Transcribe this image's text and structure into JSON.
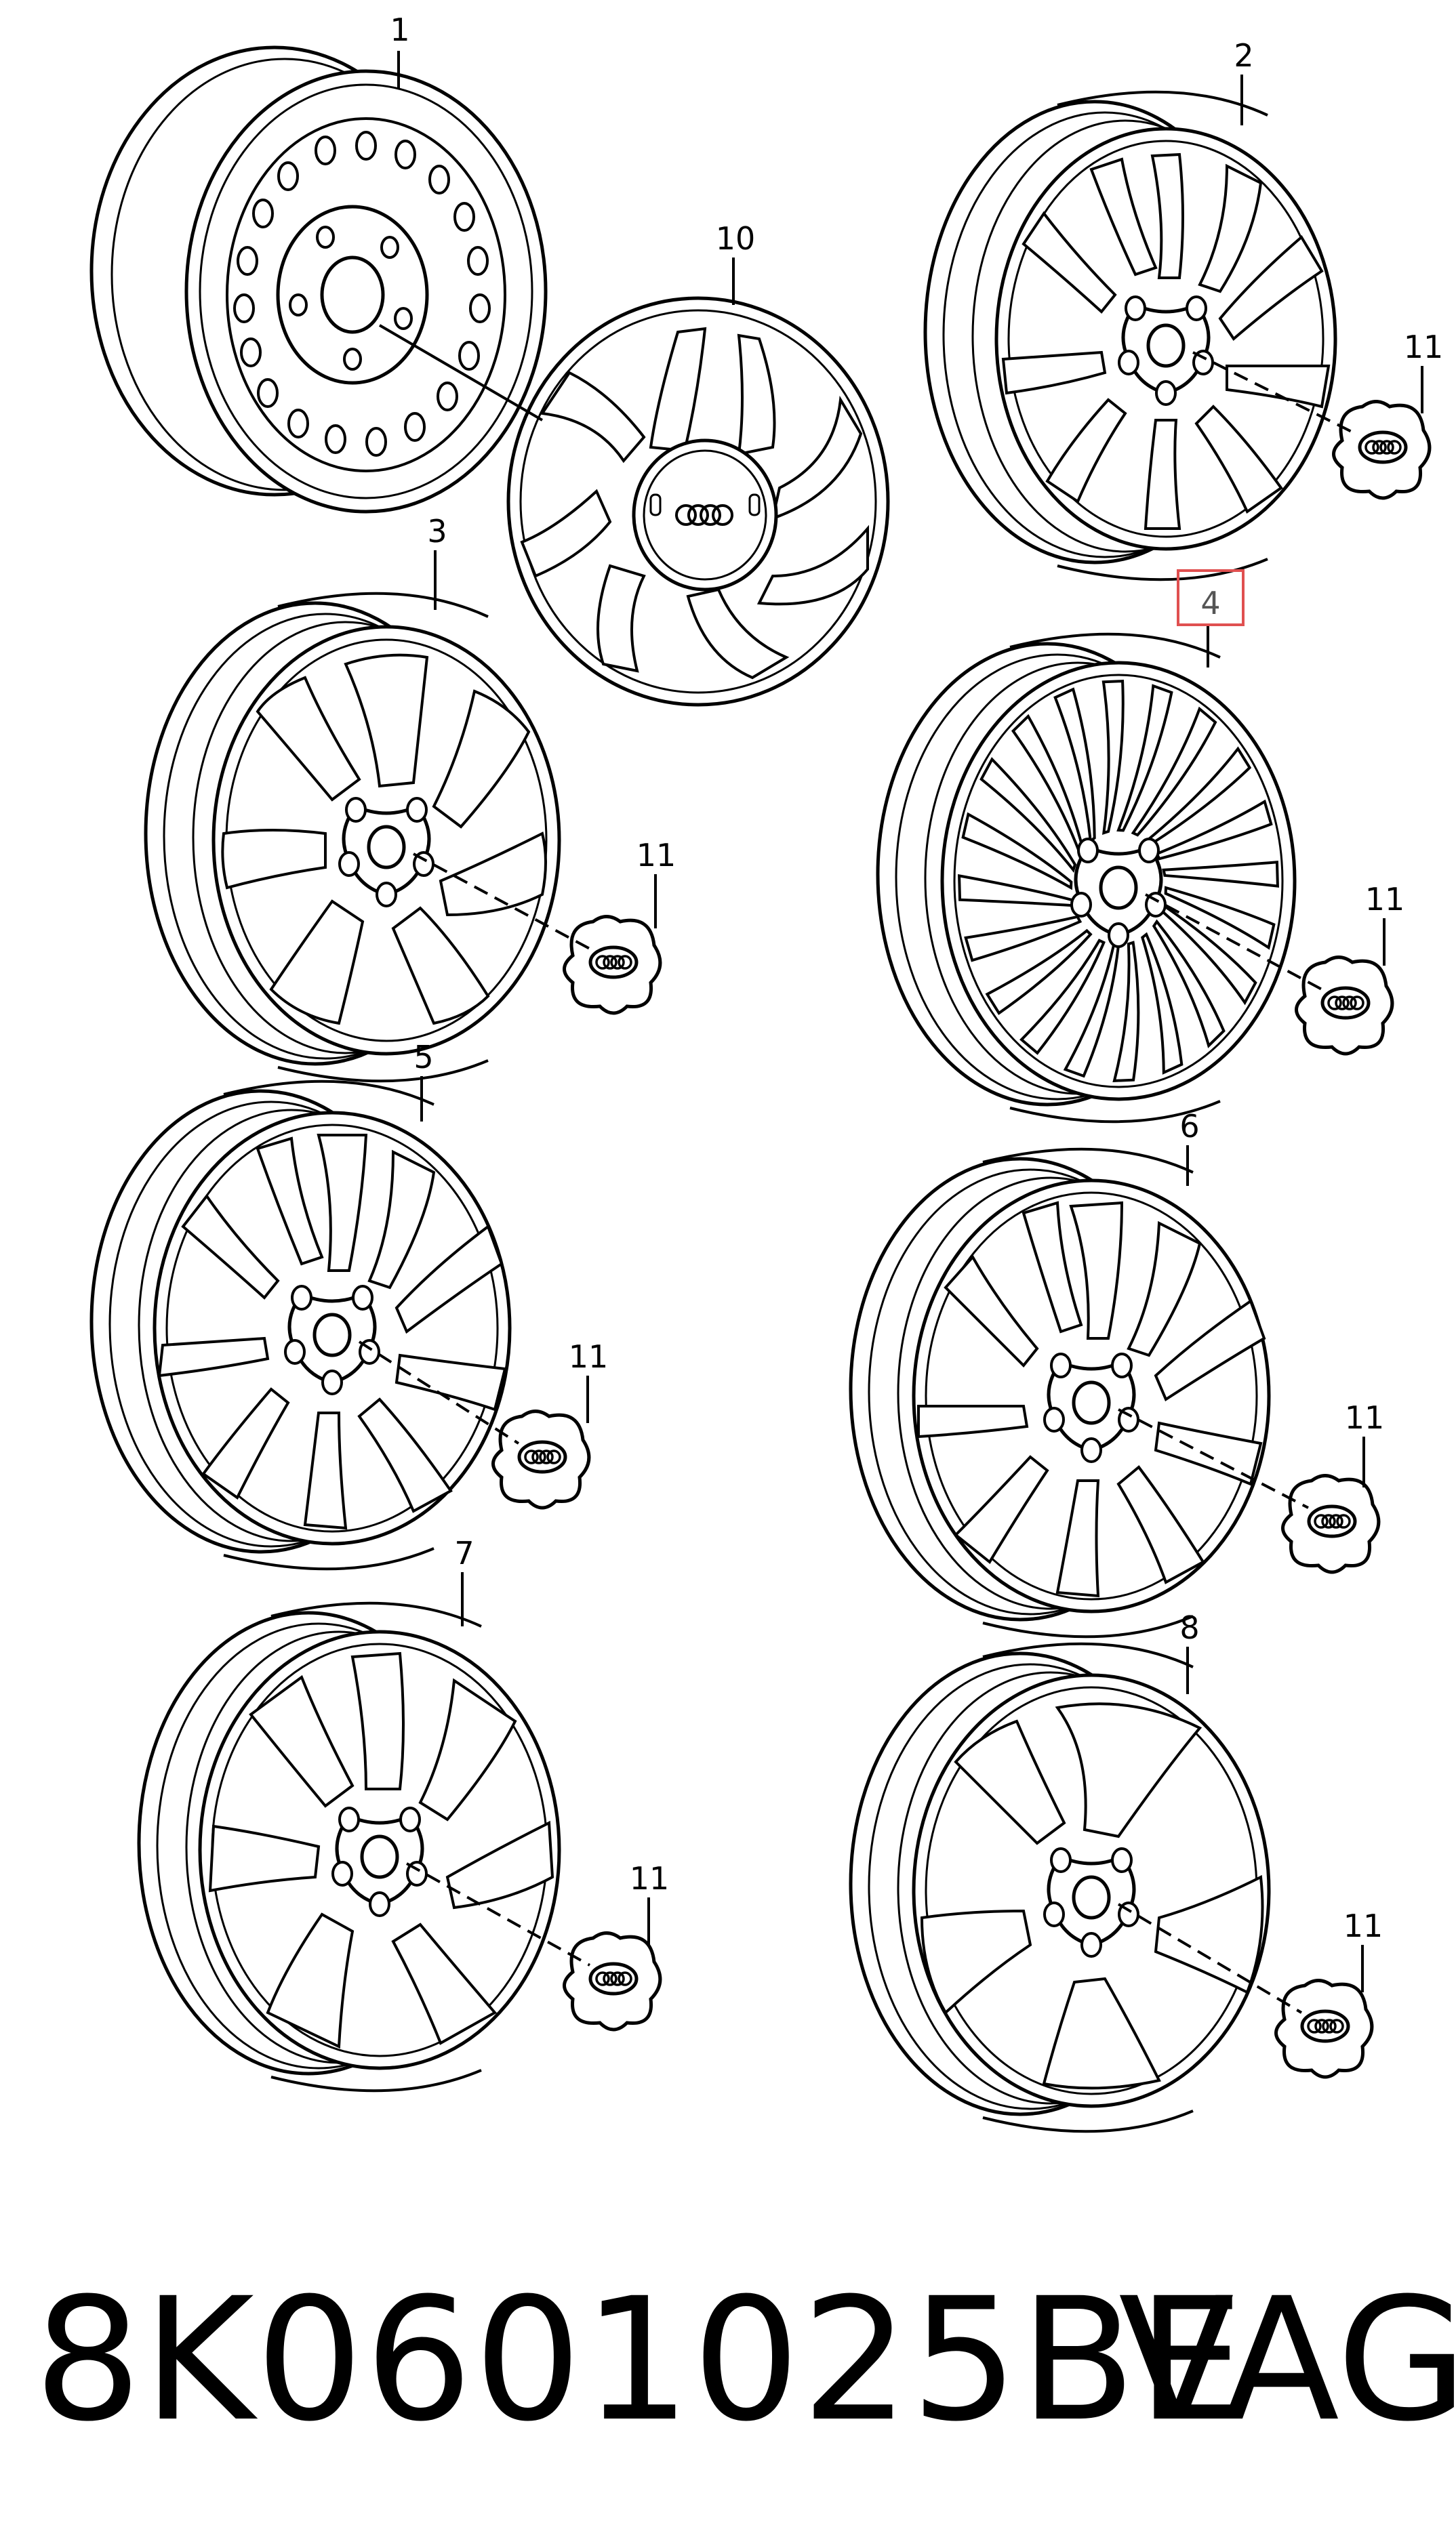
{
  "diagram": {
    "callouts": [
      {
        "id": "1",
        "label": "1",
        "highlighted": false
      },
      {
        "id": "2",
        "label": "2",
        "highlighted": false
      },
      {
        "id": "3",
        "label": "3",
        "highlighted": false
      },
      {
        "id": "4",
        "label": "4",
        "highlighted": true
      },
      {
        "id": "5",
        "label": "5",
        "highlighted": false
      },
      {
        "id": "6",
        "label": "6",
        "highlighted": false
      },
      {
        "id": "7",
        "label": "7",
        "highlighted": false
      },
      {
        "id": "8",
        "label": "8",
        "highlighted": false
      },
      {
        "id": "10",
        "label": "10",
        "highlighted": false
      },
      {
        "id": "11",
        "label": "11",
        "highlighted": false
      }
    ],
    "highlight_color": "#e05050",
    "line_color": "#000000"
  },
  "footer": {
    "part_number": "8K0601025BE",
    "brand": "VAG"
  }
}
